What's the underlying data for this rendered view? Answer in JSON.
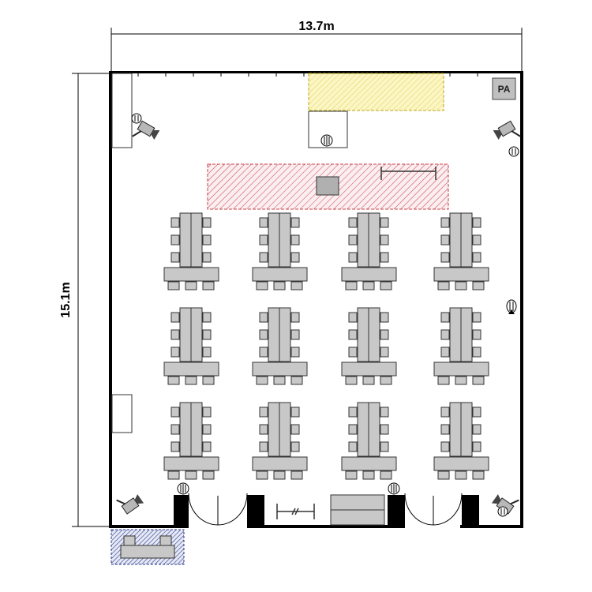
{
  "dimensions": {
    "width_label": "13.7m",
    "height_label": "15.1m"
  },
  "equipment": {
    "pa_label": "PA"
  },
  "icons": {
    "camera": "security-camera-icon",
    "speaker": "ceiling-speaker-icon",
    "screen": "projector-screen-icon"
  },
  "colors": {
    "stage_zone": "#c9404a",
    "screen_zone": "#e8dc5a",
    "storage_zone": "#2a3a8a",
    "furniture": "#c8c8c8",
    "wall": "#000000"
  },
  "layout": {
    "table_rows": 3,
    "table_cols": 4
  }
}
